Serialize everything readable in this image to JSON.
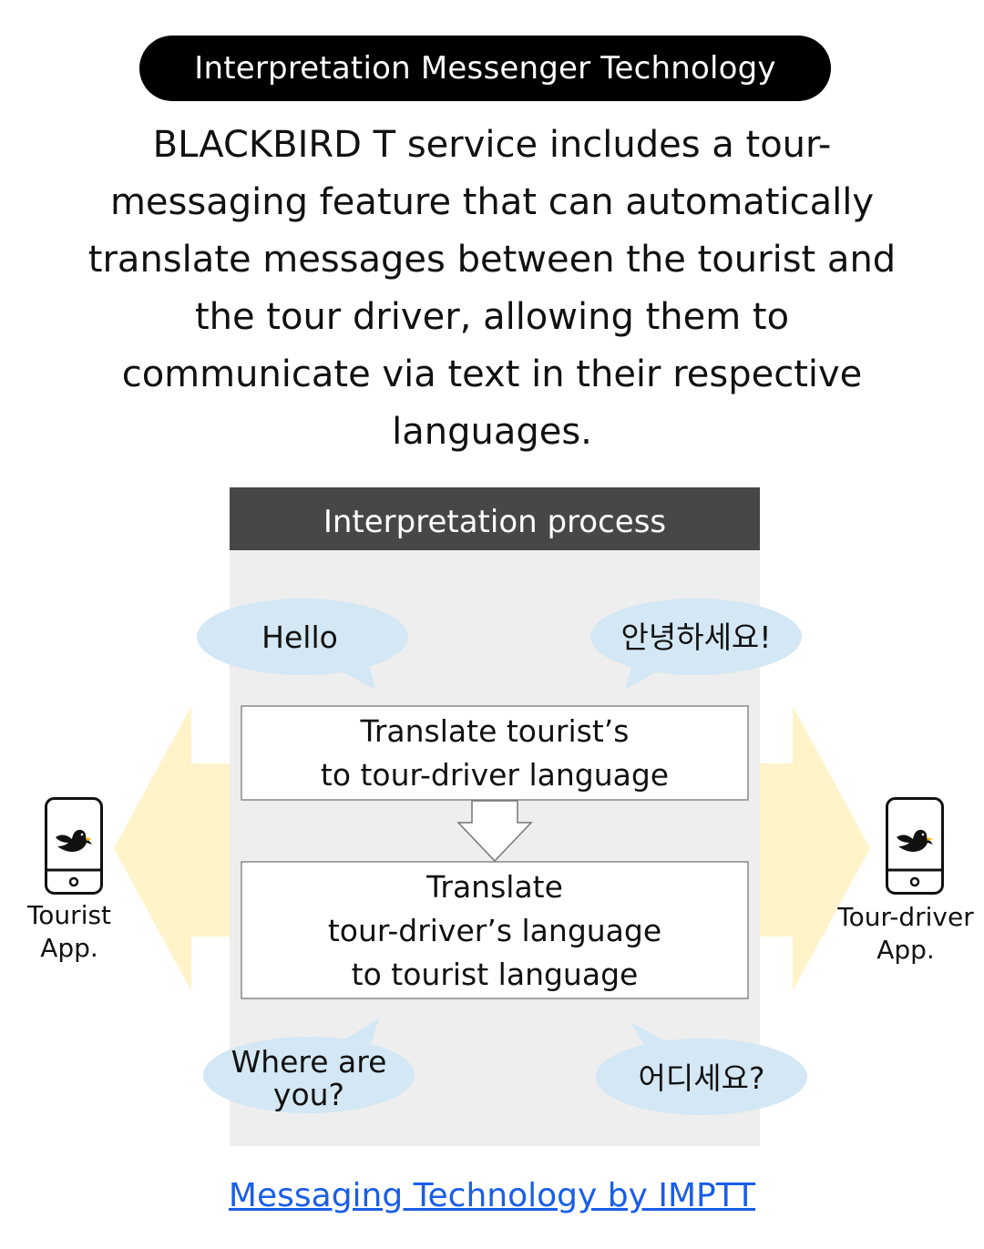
{
  "header": {
    "title": "Interpretation Messenger Technology"
  },
  "intro": {
    "lines": [
      "BLACKBIRD T service includes a tour-",
      "messaging feature that can automatically",
      "translate messages between the tourist and",
      "the tour driver, allowing them to",
      "communicate via text in their respective",
      "languages."
    ]
  },
  "diagram": {
    "panel_title": "Interpretation process",
    "bubbles": {
      "top_left": "Hello",
      "top_right": "안녕하세요!",
      "bottom_left": [
        "Where are",
        "you?"
      ],
      "bottom_right": "어디세요?"
    },
    "steps": [
      {
        "lines": [
          "Translate tourist’s",
          "to tour-driver language"
        ]
      },
      {
        "lines": [
          "Translate",
          "tour-driver’s language",
          "to tourist language"
        ]
      }
    ],
    "apps": {
      "left": {
        "lines": [
          "Tourist",
          "App."
        ],
        "icon": "smartphone-bird-icon"
      },
      "right": {
        "lines": [
          "Tour-driver",
          "App."
        ],
        "icon": "smartphone-bird-icon"
      }
    }
  },
  "colors": {
    "pill": "#000000",
    "panel_header": "#474747",
    "panel_body": "#eeeeee",
    "bubble": "#d3e7f4",
    "arrow": "#fff3c9",
    "link": "#1a5ee8",
    "bird_beak": "#f5b400"
  },
  "footer": {
    "link_text": "Messaging Technology by IMPTT"
  }
}
